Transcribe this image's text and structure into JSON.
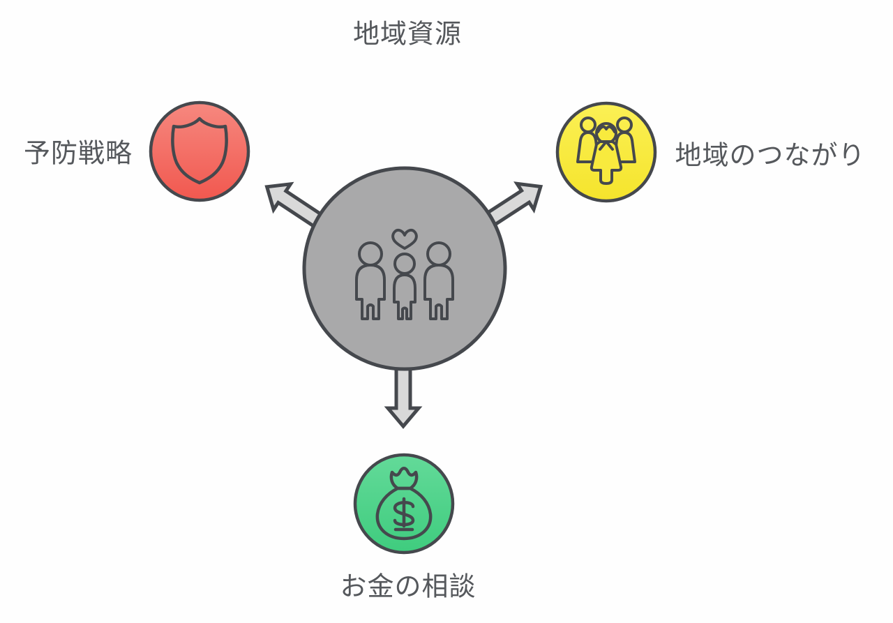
{
  "title": "地域資源",
  "hub": {
    "icon": "family-heart-icon",
    "fill": "#a9a9aa"
  },
  "nodes": [
    {
      "id": "prevention",
      "label": "予防戦略",
      "icon": "shield-icon",
      "position": "left",
      "color_top": "#f6887f",
      "color_bottom": "#f1584f"
    },
    {
      "id": "community",
      "label": "地域のつながり",
      "icon": "people-group-icon",
      "position": "right",
      "color_top": "#fbf055",
      "color_bottom": "#f5e42c"
    },
    {
      "id": "money",
      "label": "お金の相談",
      "icon": "money-bag-icon",
      "position": "bottom",
      "color_top": "#63da99",
      "color_bottom": "#3fcc7e"
    }
  ],
  "colors": {
    "outline": "#45484d",
    "hub_fill": "#a9a9aa",
    "arrow_fill": "#d9d9d9",
    "text": "#55585c",
    "background": "#fefefe"
  }
}
